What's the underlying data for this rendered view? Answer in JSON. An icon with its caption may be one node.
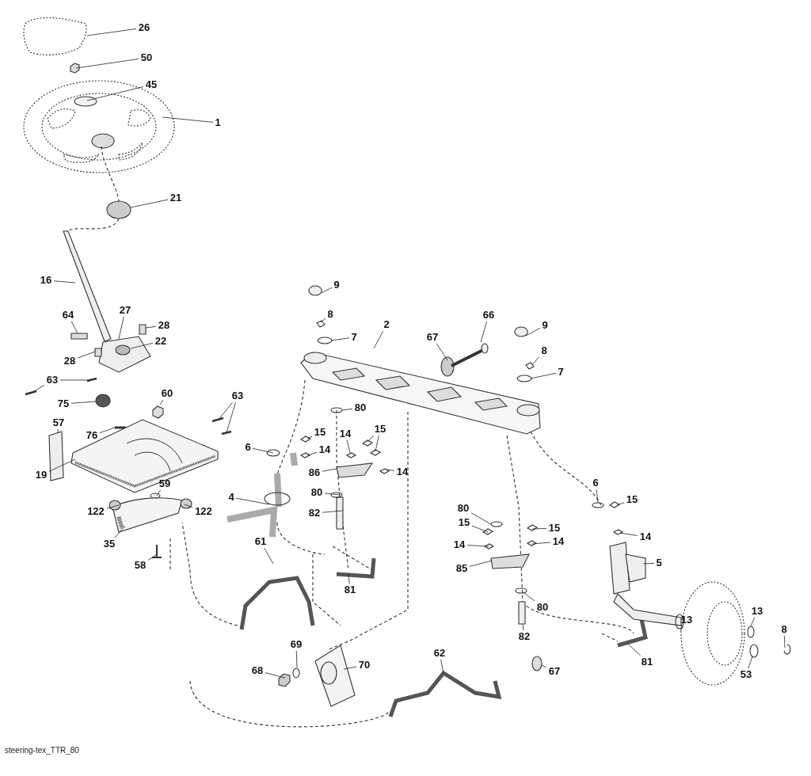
{
  "diagram": {
    "nodes": [
      {
        "text": [
          "26"
        ]
      },
      {
        "text": [
          "50"
        ]
      },
      {
        "text": [
          "45"
        ]
      },
      {
        "text": [
          "1"
        ]
      },
      {
        "text": [
          "21"
        ]
      },
      {
        "text": [
          "16"
        ]
      },
      {
        "text": [
          "64"
        ]
      },
      {
        "text": [
          "27"
        ]
      },
      {
        "text": [
          "28"
        ]
      },
      {
        "text": [
          "28"
        ]
      },
      {
        "text": [
          "22"
        ]
      },
      {
        "text": [
          "75"
        ]
      },
      {
        "text": [
          "76"
        ]
      },
      {
        "text": [
          "60"
        ]
      },
      {
        "text": [
          "63"
        ]
      },
      {
        "text": [
          "63"
        ]
      },
      {
        "text": [
          "57"
        ]
      },
      {
        "text": [
          "19"
        ]
      },
      {
        "text": [
          "59"
        ]
      },
      {
        "text": [
          "122"
        ]
      },
      {
        "text": [
          "122"
        ]
      },
      {
        "text": [
          "35"
        ]
      },
      {
        "text": [
          "58"
        ]
      },
      {
        "text": [
          "6"
        ]
      },
      {
        "text": [
          "4"
        ]
      },
      {
        "text": [
          "9"
        ]
      },
      {
        "text": [
          "8"
        ]
      },
      {
        "text": [
          "7"
        ]
      },
      {
        "text": [
          "2"
        ]
      },
      {
        "text": [
          "66"
        ]
      },
      {
        "text": [
          "67"
        ]
      },
      {
        "text": [
          "9"
        ]
      },
      {
        "text": [
          "8"
        ]
      },
      {
        "text": [
          "7"
        ]
      },
      {
        "text": [
          "80"
        ]
      },
      {
        "text": [
          "15"
        ]
      },
      {
        "text": [
          "14"
        ]
      },
      {
        "text": [
          "14"
        ]
      },
      {
        "text": [
          "15"
        ]
      },
      {
        "text": [
          "14"
        ]
      },
      {
        "text": [
          "86"
        ]
      },
      {
        "text": [
          "80"
        ]
      },
      {
        "text": [
          "82"
        ]
      },
      {
        "text": [
          "81"
        ]
      },
      {
        "text": [
          "61"
        ]
      },
      {
        "text": [
          "80"
        ]
      },
      {
        "text": [
          "15"
        ]
      },
      {
        "text": [
          "14"
        ]
      },
      {
        "text": [
          "15"
        ]
      },
      {
        "text": [
          "14"
        ]
      },
      {
        "text": [
          "85"
        ]
      },
      {
        "text": [
          "80"
        ]
      },
      {
        "text": [
          "82"
        ]
      },
      {
        "text": [
          "6"
        ]
      },
      {
        "text": [
          "15"
        ]
      },
      {
        "text": [
          "14"
        ]
      },
      {
        "text": [
          "5"
        ]
      },
      {
        "text": [
          "13"
        ]
      },
      {
        "text": [
          "13"
        ]
      },
      {
        "text": [
          "8"
        ]
      },
      {
        "text": [
          "53"
        ]
      },
      {
        "text": [
          "81"
        ]
      },
      {
        "text": [
          "67"
        ]
      },
      {
        "text": [
          "62"
        ]
      },
      {
        "text": [
          "70"
        ]
      },
      {
        "text": [
          "69"
        ]
      },
      {
        "text": [
          "68"
        ]
      }
    ],
    "edges": [
      {
        "from": 0,
        "to": null,
        "arrow": "none"
      },
      {
        "from": 1,
        "to": null,
        "arrow": "none"
      },
      {
        "from": 2,
        "to": null,
        "arrow": "none"
      },
      {
        "from": 3,
        "to": null,
        "arrow": "none"
      },
      {
        "from": 4,
        "to": null,
        "arrow": "none"
      },
      {
        "from": 5,
        "to": null,
        "arrow": "none"
      },
      {
        "from": 6,
        "to": null,
        "arrow": "none"
      },
      {
        "from": 7,
        "to": null,
        "arrow": "none"
      },
      {
        "from": 8,
        "to": null,
        "arrow": "none"
      },
      {
        "from": 9,
        "to": null,
        "arrow": "none"
      },
      {
        "from": 10,
        "to": null,
        "arrow": "none"
      },
      {
        "from": 11,
        "to": null,
        "arrow": "none"
      },
      {
        "from": 12,
        "to": null,
        "arrow": "none"
      },
      {
        "from": 13,
        "to": null,
        "arrow": "none"
      },
      {
        "from": 14,
        "to": null,
        "arrow": "none"
      },
      {
        "from": 14,
        "to": null,
        "arrow": "none"
      },
      {
        "from": 15,
        "to": null,
        "arrow": "none"
      },
      {
        "from": 15,
        "to": null,
        "arrow": "none"
      },
      {
        "from": 16,
        "to": null,
        "arrow": "none"
      },
      {
        "from": 17,
        "to": null,
        "arrow": "none"
      },
      {
        "from": 18,
        "to": null,
        "arrow": "none"
      },
      {
        "from": 19,
        "to": null,
        "arrow": "none"
      },
      {
        "from": 20,
        "to": null,
        "arrow": "none"
      },
      {
        "from": 21,
        "to": null,
        "arrow": "none"
      },
      {
        "from": 22,
        "to": null,
        "arrow": "none"
      },
      {
        "from": 23,
        "to": null,
        "arrow": "none"
      },
      {
        "from": 24,
        "to": null,
        "arrow": "none"
      },
      {
        "from": 25,
        "to": null,
        "arrow": "none"
      },
      {
        "from": 26,
        "to": null,
        "arrow": "none"
      },
      {
        "from": 27,
        "to": null,
        "arrow": "none"
      },
      {
        "from": 28,
        "to": null,
        "arrow": "none"
      },
      {
        "from": 29,
        "to": null,
        "arrow": "none"
      },
      {
        "from": 30,
        "to": null,
        "arrow": "none"
      },
      {
        "from": 31,
        "to": null,
        "arrow": "none"
      },
      {
        "from": 32,
        "to": null,
        "arrow": "none"
      },
      {
        "from": 33,
        "to": null,
        "arrow": "none"
      },
      {
        "from": 34,
        "to": null,
        "arrow": "none"
      },
      {
        "from": 35,
        "to": null,
        "arrow": "none"
      },
      {
        "from": 36,
        "to": null,
        "arrow": "none"
      },
      {
        "from": 37,
        "to": null,
        "arrow": "none"
      },
      {
        "from": 38,
        "to": null,
        "arrow": "none"
      },
      {
        "from": 38,
        "to": null,
        "arrow": "none"
      },
      {
        "from": 39,
        "to": null,
        "arrow": "none"
      },
      {
        "from": 40,
        "to": null,
        "arrow": "none"
      },
      {
        "from": 41,
        "to": null,
        "arrow": "none"
      },
      {
        "from": 42,
        "to": null,
        "arrow": "none"
      },
      {
        "from": 43,
        "to": null,
        "arrow": "none"
      },
      {
        "from": 44,
        "to": null,
        "arrow": "none"
      },
      {
        "from": 45,
        "to": null,
        "arrow": "none"
      },
      {
        "from": 46,
        "to": null,
        "arrow": "none"
      },
      {
        "from": 47,
        "to": null,
        "arrow": "none"
      },
      {
        "from": 48,
        "to": null,
        "arrow": "none"
      },
      {
        "from": 49,
        "to": null,
        "arrow": "none"
      },
      {
        "from": 50,
        "to": null,
        "arrow": "none"
      },
      {
        "from": 51,
        "to": null,
        "arrow": "none"
      },
      {
        "from": 52,
        "to": null,
        "arrow": "none"
      },
      {
        "from": 53,
        "to": null,
        "arrow": "none"
      },
      {
        "from": 54,
        "to": null,
        "arrow": "none"
      },
      {
        "from": 55,
        "to": null,
        "arrow": "none"
      },
      {
        "from": 56,
        "to": null,
        "arrow": "none"
      },
      {
        "from": 57,
        "to": null,
        "arrow": "none"
      },
      {
        "from": 58,
        "to": null,
        "arrow": "none"
      },
      {
        "from": 59,
        "to": null,
        "arrow": "none"
      },
      {
        "from": 60,
        "to": null,
        "arrow": "none"
      },
      {
        "from": 61,
        "to": null,
        "arrow": "none"
      },
      {
        "from": 62,
        "to": null,
        "arrow": "none"
      },
      {
        "from": 63,
        "to": null,
        "arrow": "none"
      },
      {
        "from": 64,
        "to": null,
        "arrow": "none"
      },
      {
        "from": 65,
        "to": null,
        "arrow": "none"
      },
      {
        "from": 66,
        "to": null,
        "arrow": "none"
      }
    ],
    "labels": [
      "steering-tex_TTR_80"
    ]
  }
}
